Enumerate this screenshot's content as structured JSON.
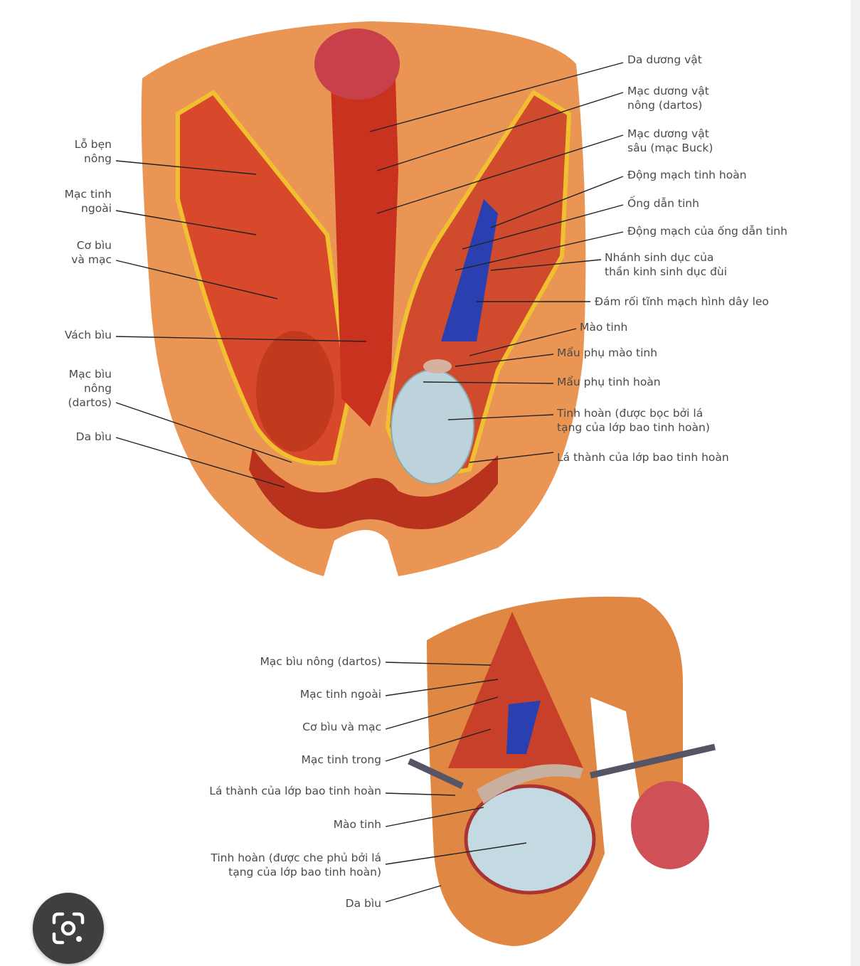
{
  "top_figure": {
    "left_labels": [
      "Lỗ bẹn\nnông",
      "Mạc tinh\nngoài",
      "Cơ bìu\nvà mạc",
      "Vách bìu",
      "Mạc bìu\nnông\n(dartos)",
      "Da bìu"
    ],
    "right_labels": [
      "Da dương vật",
      "Mạc dương vật\nnông (dartos)",
      "Mạc dương vật\nsâu (mạc Buck)",
      "Động mạch tinh hoàn",
      "Ống dẫn tinh",
      "Động mạch của ống dẫn tinh",
      "Nhánh sinh dục của\nthần kinh sinh dục đùi",
      "Đám rối tĩnh mạch hình dây leo",
      "Mào tinh",
      "Mẩu phụ mào tinh",
      "Mẩu phụ tinh hoàn",
      "Tinh hoàn (được bọc bởi lá\ntạng của lớp bao tinh hoàn)",
      "Lá thành của lớp bao tinh hoàn"
    ]
  },
  "bottom_figure": {
    "labels": [
      "Mạc bìu nông (dartos)",
      "Mạc tinh ngoài",
      "Cơ bìu và mạc",
      "Mạc tinh trong",
      "Lá thành của lớp bao tinh hoàn",
      "Mào tinh",
      "Tinh hoàn (được che phủ bởi lá\ntạng của lớp bao tinh hoàn)",
      "Da bìu"
    ]
  },
  "overlay": {
    "lens_button_icon": "google-lens-icon"
  },
  "colors": {
    "skin": "#e9914f",
    "tissue": "#c8321f",
    "vein": "#2a3fb0",
    "testis": "#bcd3dc",
    "label": "#4a4a4a"
  }
}
